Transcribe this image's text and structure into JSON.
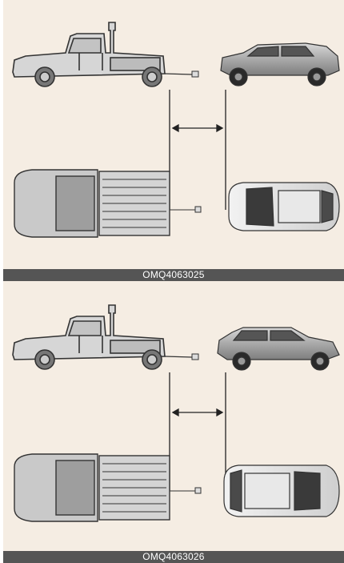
{
  "figures": [
    {
      "caption": "OMQ4063025",
      "vehicle_direction": "front-facing-truck",
      "colors": {
        "background": "#f5ede3",
        "caption_bar": "#555555",
        "caption_text": "#ffffff"
      }
    },
    {
      "caption": "OMQ4063026",
      "vehicle_direction": "rear-facing-truck",
      "colors": {
        "background": "#f5ede3",
        "caption_bar": "#555555",
        "caption_text": "#ffffff"
      }
    }
  ]
}
